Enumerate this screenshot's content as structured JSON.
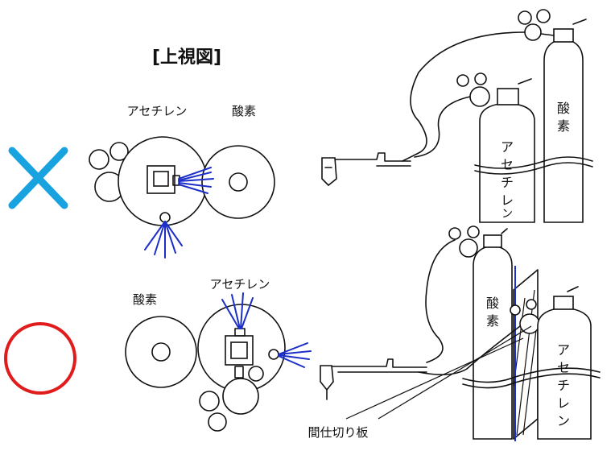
{
  "title": "[上視図]",
  "top_view_incorrect": {
    "label_acetylene": "アセチレン",
    "label_oxygen": "酸素",
    "mark": "cross-mark",
    "mark_color": "#18a3e0"
  },
  "top_view_correct": {
    "label_acetylene": "アセチレン",
    "label_oxygen": "酸素",
    "mark": "circle-mark",
    "mark_color": "#e01c1c"
  },
  "side_view_incorrect": {
    "cylinder_oxygen": [
      "酸",
      "素"
    ],
    "cylinder_acetylene": [
      "ア",
      "セ",
      "チ",
      "レ",
      "ン"
    ]
  },
  "side_view_correct": {
    "cylinder_oxygen": [
      "酸",
      "素"
    ],
    "cylinder_acetylene": [
      "ア",
      "セ",
      "チ",
      "レ",
      "ン"
    ],
    "partition_label": "間仕切り板"
  },
  "colors": {
    "line": "#111111",
    "flame_blue": "#1c2fc8"
  }
}
